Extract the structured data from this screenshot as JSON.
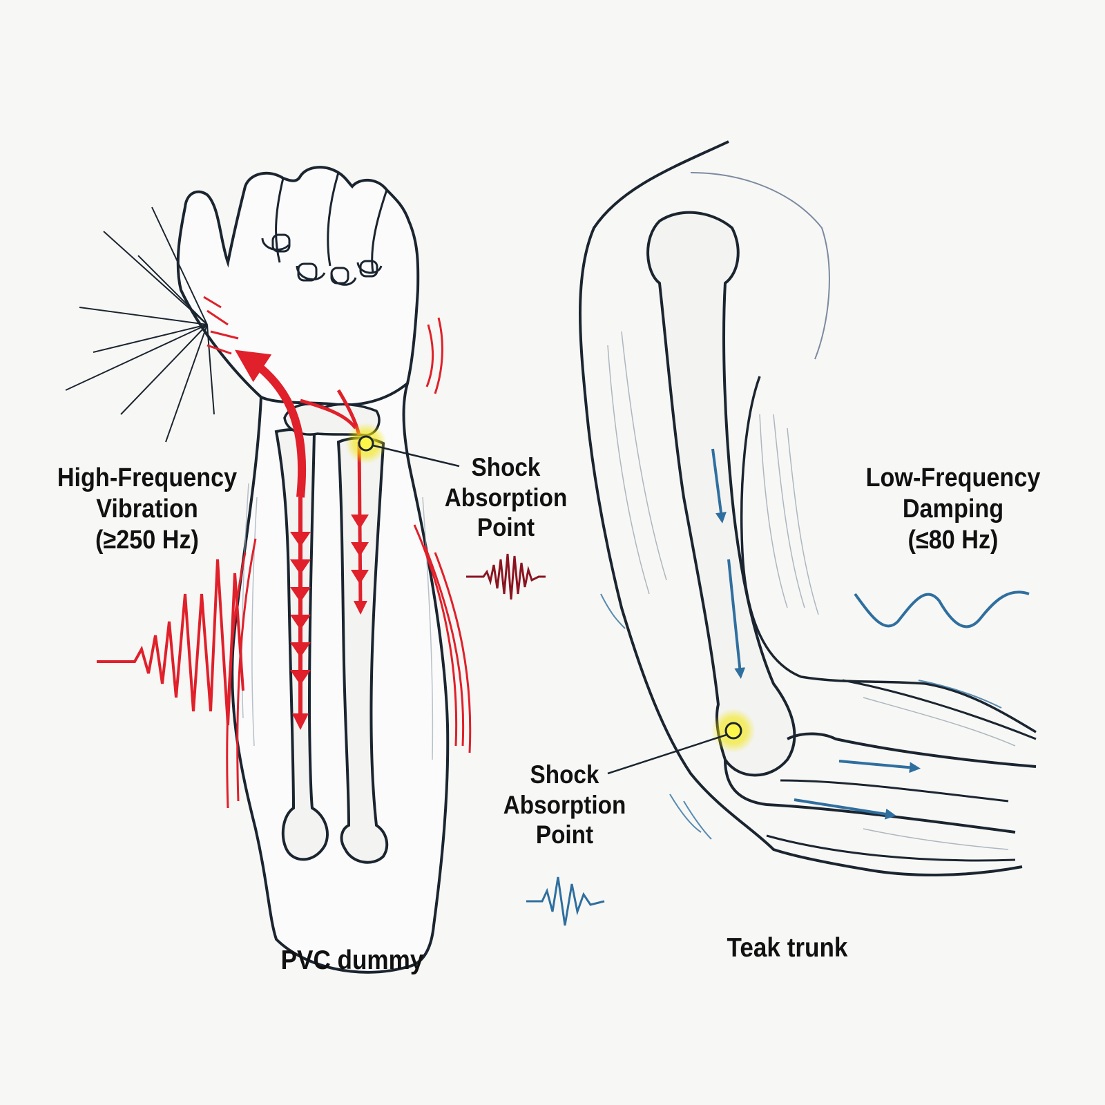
{
  "left_panel": {
    "vibration_label": {
      "line1": "High-Frequency",
      "line2": "Vibration",
      "line3": "(≥250 Hz)"
    },
    "shock_label": {
      "line1": "Shock",
      "line2": "Absorption",
      "line3": "Point"
    },
    "caption": "PVC dummy"
  },
  "right_panel": {
    "damping_label": {
      "line1": "Low-Frequency",
      "line2": "Damping",
      "line3": "(≤80 Hz)"
    },
    "shock_label": {
      "line1": "Shock",
      "line2": "Absorption",
      "line3": "Point"
    },
    "caption": "Teak trunk"
  },
  "colors": {
    "high_frequency": "#e0202a",
    "low_frequency": "#2f6f9f",
    "shock_point": "#f2e600",
    "ink": "#1b2530"
  }
}
